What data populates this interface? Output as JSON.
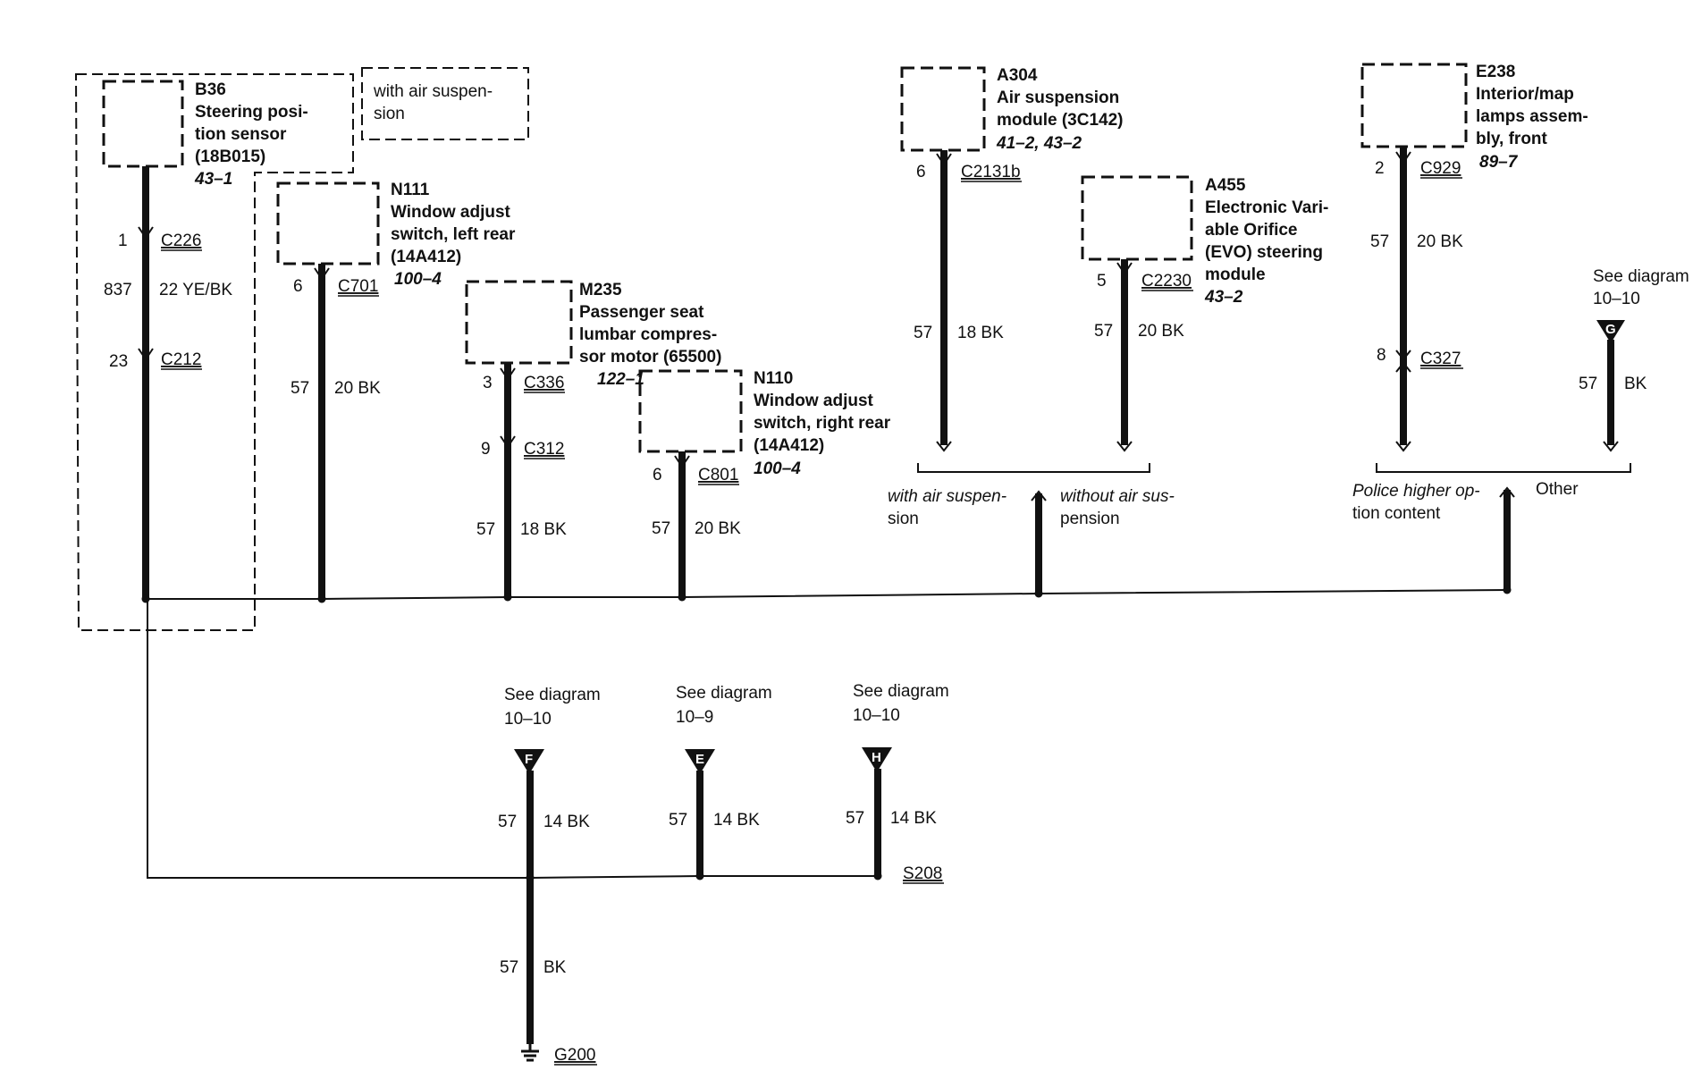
{
  "components": {
    "b36": {
      "id": "B36",
      "name_lines": [
        "Steering posi-",
        "tion sensor",
        "(18B015)"
      ],
      "ref": "43–1"
    },
    "air_note": {
      "lines": [
        "with air suspen-",
        "sion"
      ]
    },
    "n111": {
      "id": "N111",
      "name_lines": [
        "Window adjust",
        "switch, left rear",
        "(14A412)"
      ],
      "ref": "100–4"
    },
    "m235": {
      "id": "M235",
      "name_lines": [
        "Passenger seat",
        "lumbar compres-",
        "sor motor (65500)"
      ],
      "ref": "122–1"
    },
    "n110": {
      "id": "N110",
      "name_lines": [
        "Window adjust",
        "switch, right rear",
        "(14A412)"
      ],
      "ref": "100–4"
    },
    "a304": {
      "id": "A304",
      "name_lines": [
        "Air suspension",
        "module (3C142)"
      ],
      "ref": "41–2, 43–2"
    },
    "a455": {
      "id": "A455",
      "name_lines": [
        "Electronic Vari-",
        "able Orifice",
        "(EVO) steering",
        "module"
      ],
      "ref": "43–2"
    },
    "e238": {
      "id": "E238",
      "name_lines": [
        "Interior/map",
        "lamps assem-",
        "bly, front"
      ],
      "ref": "89–7"
    }
  },
  "connectors": {
    "c226": {
      "pin": "1",
      "name": "C226"
    },
    "c212": {
      "pin": "23",
      "name": "C212"
    },
    "c701": {
      "pin": "6",
      "name": "C701"
    },
    "c336": {
      "pin": "3",
      "name": "C336"
    },
    "c312": {
      "pin": "9",
      "name": "C312"
    },
    "c801": {
      "pin": "6",
      "name": "C801"
    },
    "c2131b": {
      "pin": "6",
      "name": "C2131b"
    },
    "c2230": {
      "pin": "5",
      "name": "C2230"
    },
    "c929": {
      "pin": "2",
      "name": "C929"
    },
    "c327": {
      "pin": "8",
      "name": "C327"
    }
  },
  "wires": {
    "w837": {
      "circuit": "837",
      "spec": "22 YE/BK"
    },
    "w_n111": {
      "circuit": "57",
      "spec": "20 BK"
    },
    "w_m235": {
      "circuit": "57",
      "spec": "18 BK"
    },
    "w_n110": {
      "circuit": "57",
      "spec": "20 BK"
    },
    "w_a304": {
      "circuit": "57",
      "spec": "18 BK"
    },
    "w_a455": {
      "circuit": "57",
      "spec": "20 BK"
    },
    "w_e238a": {
      "circuit": "57",
      "spec": "20 BK"
    },
    "w_g": {
      "circuit": "57",
      "spec": "BK"
    },
    "w_f": {
      "circuit": "57",
      "spec": "14 BK"
    },
    "w_e": {
      "circuit": "57",
      "spec": "14 BK"
    },
    "w_h": {
      "circuit": "57",
      "spec": "14 BK"
    },
    "w_ground": {
      "circuit": "57",
      "spec": "BK"
    }
  },
  "options": {
    "with_air": [
      "with air suspen-",
      "sion"
    ],
    "without_air": [
      "without air sus-",
      "pension"
    ],
    "police": [
      "Police higher op-",
      "tion content"
    ],
    "other": "Other"
  },
  "references": {
    "g": {
      "label": "See diagram",
      "diagram": "10–10",
      "letter": "G"
    },
    "f": {
      "label": "See diagram",
      "diagram": "10–10",
      "letter": "F"
    },
    "e": {
      "label": "See diagram",
      "diagram": "10–9",
      "letter": "E"
    },
    "h": {
      "label": "See diagram",
      "diagram": "10–10",
      "letter": "H"
    }
  },
  "splice": "S208",
  "ground": "G200"
}
